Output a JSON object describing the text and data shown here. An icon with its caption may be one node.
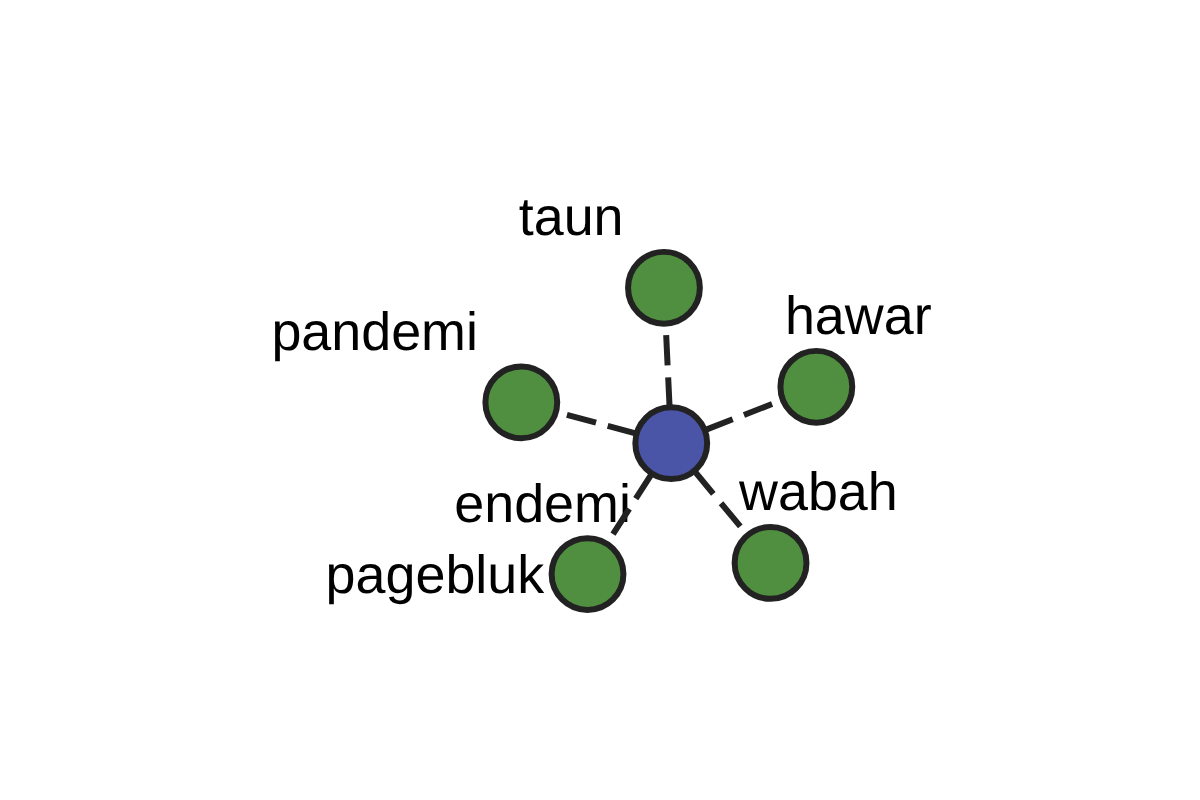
{
  "diagram": {
    "nodes": [
      {
        "text": [],
        "shape": "circle",
        "beside": [
          "endemi"
        ]
      },
      {
        "text": [],
        "shape": "circle",
        "beside": [
          "wabah"
        ]
      },
      {
        "text": [],
        "shape": "circle",
        "beside": [
          "pagebluk"
        ]
      },
      {
        "text": [],
        "shape": "circle",
        "beside": [
          "pandemi"
        ]
      },
      {
        "text": [],
        "shape": "circle",
        "beside": [
          "hawar"
        ]
      },
      {
        "text": [],
        "shape": "circle",
        "beside": [
          "taun"
        ]
      }
    ],
    "edges": [
      {
        "from": 0,
        "to": 1,
        "arrow": "none",
        "style": "dashed"
      },
      {
        "from": 0,
        "to": 2,
        "arrow": "none",
        "style": "dashed"
      },
      {
        "from": 0,
        "to": 3,
        "arrow": "none",
        "style": "dashed"
      },
      {
        "from": 0,
        "to": 4,
        "arrow": "none",
        "style": "dashed"
      },
      {
        "from": 0,
        "to": 5,
        "arrow": "none",
        "style": "dashed"
      }
    ]
  }
}
